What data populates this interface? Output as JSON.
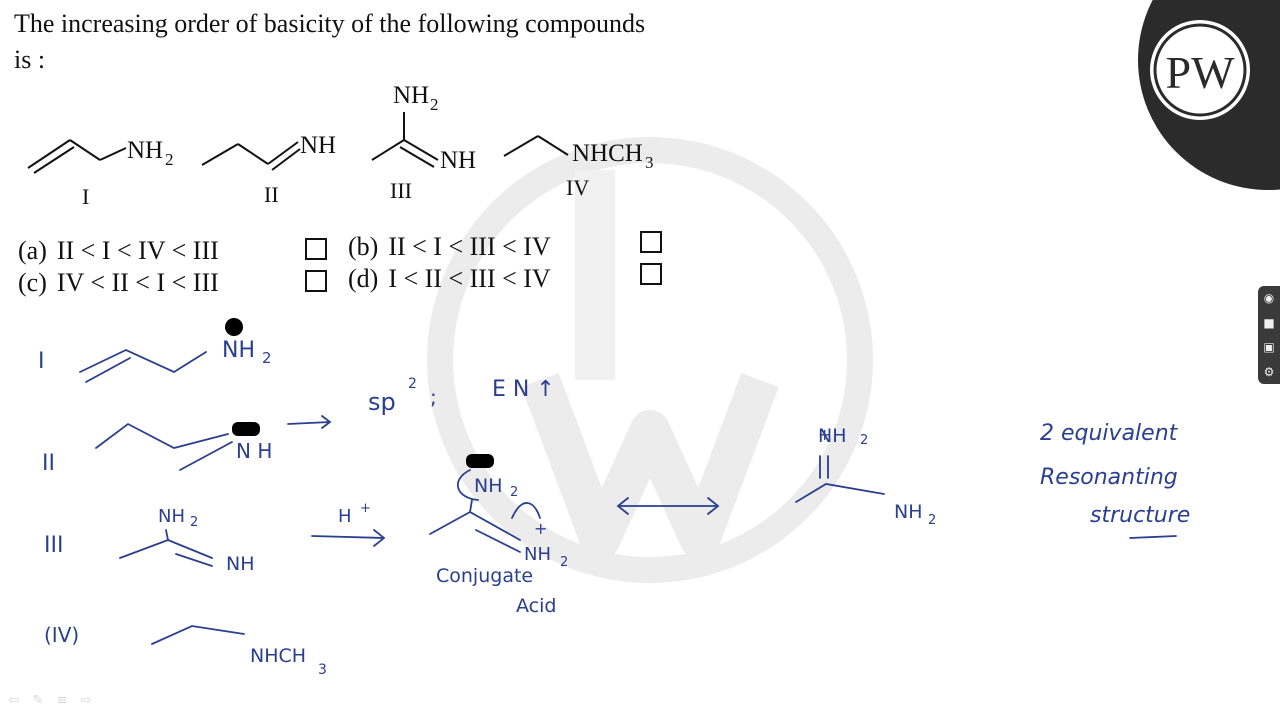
{
  "question": {
    "line1": "The increasing order of basicity of the following compounds",
    "line2": "is :"
  },
  "structures": {
    "I": {
      "group": "NH",
      "sub": "2",
      "numeral": "I"
    },
    "II": {
      "group": "NH",
      "numeral": "II"
    },
    "III": {
      "top_group": "NH",
      "top_sub": "2",
      "group": "NH",
      "numeral": "III"
    },
    "IV": {
      "group": "NHCH",
      "sub": "3",
      "numeral": "IV"
    }
  },
  "options": {
    "a": {
      "tag": "(a)",
      "text": "II < I < IV < III"
    },
    "b": {
      "tag": "(b)",
      "text": "II < I < III < IV"
    },
    "c": {
      "tag": "(c)",
      "text": "IV < II < I < III"
    },
    "d": {
      "tag": "(d)",
      "text": "I < II < III < IV"
    }
  },
  "annotations": {
    "I_label": "I",
    "I_group": "NH",
    "I_sub": "2",
    "II_label": "II",
    "II_group": "N H",
    "sp2_text": "sp",
    "sp2_sup": "2",
    "en_text": "E N ↑",
    "III_label": "III",
    "III_top": "NH",
    "III_top_sub": "2",
    "III_group": "NH",
    "hplus": "H",
    "hplus_sup": "+",
    "conj_top": "NH",
    "conj_top_sub": "2",
    "conj_bottom": "NH",
    "conj_bottom_sub": "2",
    "plus": "+",
    "conjugate": "Conjugate",
    "acid": "Acid",
    "res_top": "NH",
    "res_top_sub": "2",
    "res_bottom": "NH",
    "res_bottom_sub": "2",
    "res_plus": "+",
    "note1": "2 equivalent",
    "note2": "Resonanting",
    "note3": "structure",
    "IV_label": "(IV)",
    "IV_group": "NHCH",
    "IV_sub": "3"
  },
  "logo": {
    "letters": "PW"
  },
  "toolbar": {
    "side": [
      "camera-icon",
      "video-icon",
      "image-icon",
      "gear-icon"
    ],
    "bottom": [
      "back-arrow-icon",
      "pen-icon",
      "menu-icon",
      "forward-arrow-icon"
    ]
  },
  "colors": {
    "ink": "#2a3f8f",
    "logo_bg": "#2b2b2b",
    "watermark": "#e9e9e9"
  }
}
